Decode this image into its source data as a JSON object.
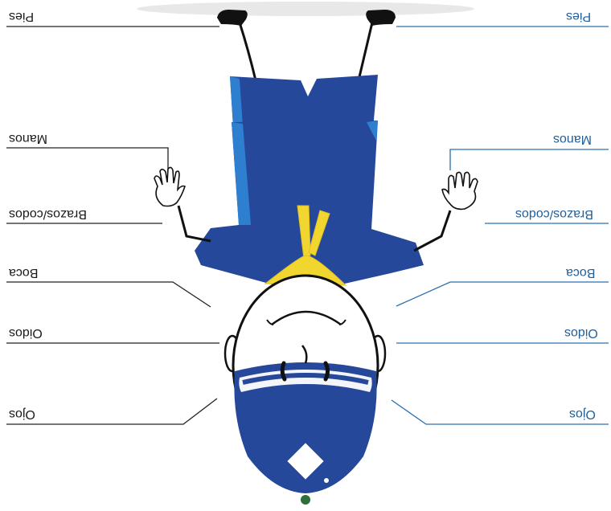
{
  "colors": {
    "left_line": "#222222",
    "right_line": "#2a6fb0",
    "suit": "#25489b",
    "suit_light": "#2f7fd0",
    "scarf": "#f2d630",
    "head": "#ffffff",
    "outline": "#111111"
  },
  "left_labels": {
    "pies": "Pies",
    "manos": "Manos",
    "brazos": "Brazos/codos",
    "boca": "Boca",
    "oidos": "Oidos",
    "ojos": "Ojos"
  },
  "right_labels": {
    "pies": "Pies",
    "manos": "Manos",
    "brazos": "Brazos/codos",
    "boca": "Boca",
    "oidos": "Oidos",
    "ojos": "Ojos"
  }
}
